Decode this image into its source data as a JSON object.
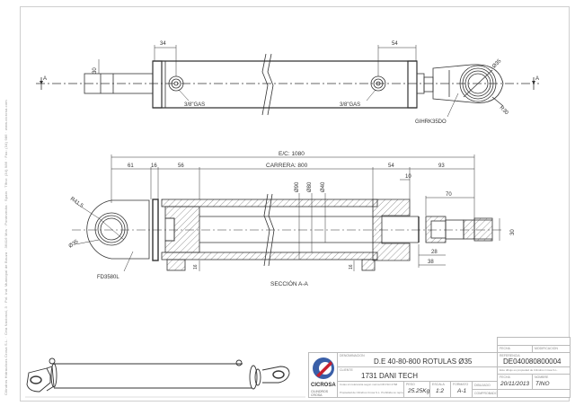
{
  "side_margin_text": "Cilindros Hidraulicos Crosa S.L. · Crta Nacional, 3 · Pol. Ind. Municipal de Bouza · 36416 Mos · Pontevedra · Spain · Tlfno: (34) 986 · Fax: (34) 986 · www.cicrosa.com",
  "top_view": {
    "dim_port_left": "34",
    "dim_port_right": "54",
    "dim_rod_dia": "30",
    "port_left_label": "3/8\"GAS",
    "port_right_label": "3/8\"GAS",
    "rod_end_part": "GIHRK35DO",
    "eye_dia": "Ø35",
    "eye_radius": "R30",
    "section_marker_left": "A",
    "section_marker_right": "A"
  },
  "section_view": {
    "dim_ec": "E/C: 1080",
    "dim_stroke": "CARRERA: 800",
    "dim_61": "61",
    "dim_16": "16",
    "dim_56": "56",
    "dim_54": "54",
    "dim_93": "93",
    "dim_10": "10",
    "dim_70": "70",
    "dim_28": "28",
    "dim_38": "38",
    "dim_30": "30",
    "dim_port_h_left": "16",
    "dim_port_h_right": "16",
    "dia_90": "Ø90",
    "dia_80": "Ø80",
    "dia_40": "Ø40",
    "clevis_radius": "R41.5",
    "clevis_dia": "Ø35",
    "clevis_part": "FD3580L",
    "section_title": "SECCIÓN A-A"
  },
  "title_block": {
    "company": "CICROSA",
    "company_sub": "CILINDROS CROSA",
    "designation_label": "DENOMINACION",
    "designation": "D.E 40-80-800 ROTULAS Ø35",
    "client_label": "CLIENTE",
    "client": "1731  DANI TECH",
    "note_line1": "Cotas sin tolerancia segun norma DIN ISO 2768",
    "note_line2": "Propiedad de Cilindros Crosa S.L. Prohibida su reproduccion",
    "weight_label": "PESO",
    "weight": "25.25Kg",
    "scale_label": "ESCALA",
    "scale": "1:2",
    "format_label": "FORMATO",
    "format": "A-1",
    "drawn_label": "DIBUJADO",
    "checked_label": "COMPROBADO",
    "code_label": "REFERENCIA",
    "code": "DE040080800004",
    "date_label": "FECHA",
    "date": "20/11/2013",
    "name_label": "NOMBRE",
    "name": "TINO",
    "rev_date_label": "FECHA",
    "rev_desc_label": "MODIFICACION",
    "notice": "Este dibujo es propiedad de Cilindros Crosa S.L."
  }
}
